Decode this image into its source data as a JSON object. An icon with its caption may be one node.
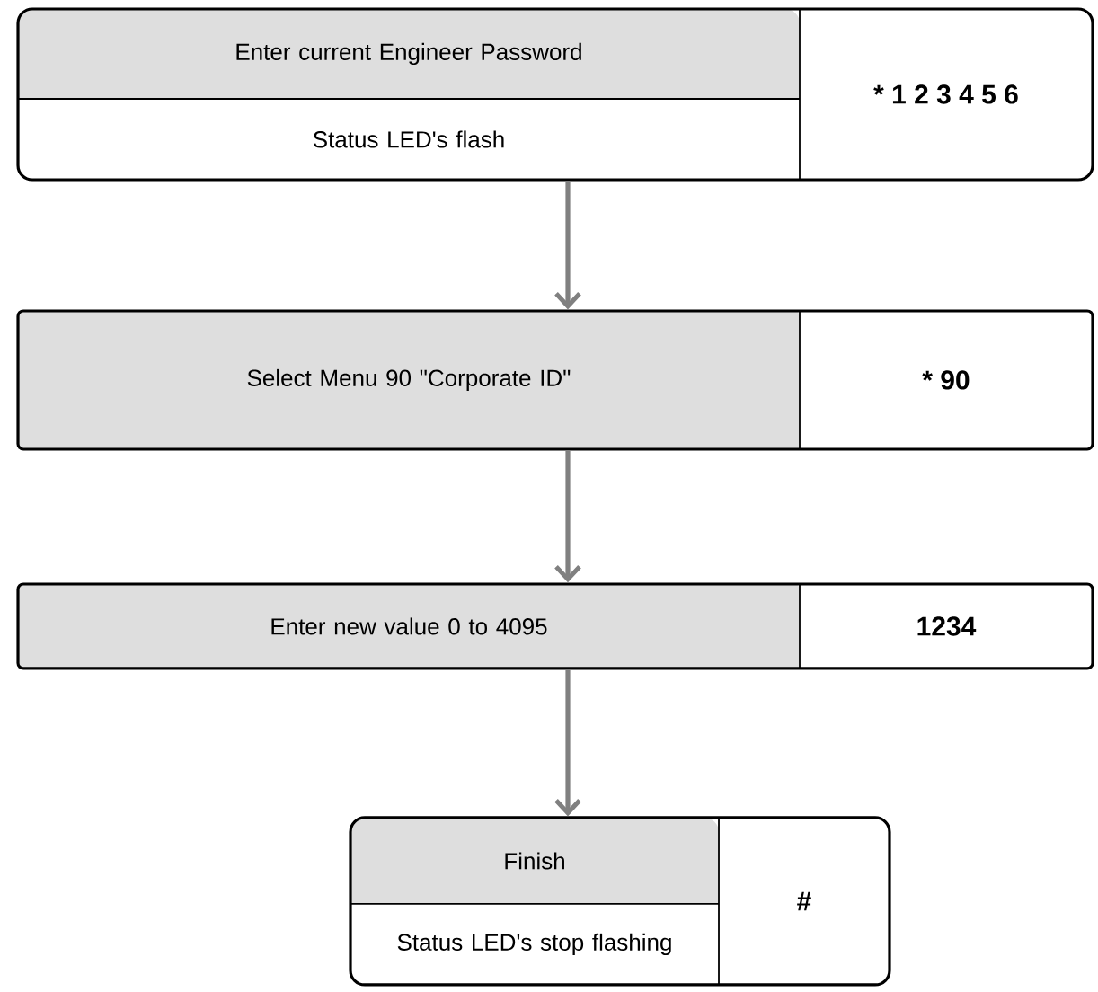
{
  "diagram": {
    "nodes": [
      {
        "text": [
          "Enter current Engineer Password",
          "Status LED's flash",
          "* 1 2 3 4 5 6"
        ]
      },
      {
        "text": [
          "Select Menu 90 \"Corporate ID\"",
          "* 90"
        ]
      },
      {
        "text": [
          "Enter  new value 0 to 4095",
          "1234"
        ]
      },
      {
        "text": [
          "Finish",
          "Status LED's stop flashing",
          "#"
        ]
      }
    ],
    "edges": [
      {
        "from": 0,
        "to": 1,
        "arrow": "to"
      },
      {
        "from": 1,
        "to": 2,
        "arrow": "to"
      },
      {
        "from": 2,
        "to": 3,
        "arrow": "to"
      }
    ]
  }
}
